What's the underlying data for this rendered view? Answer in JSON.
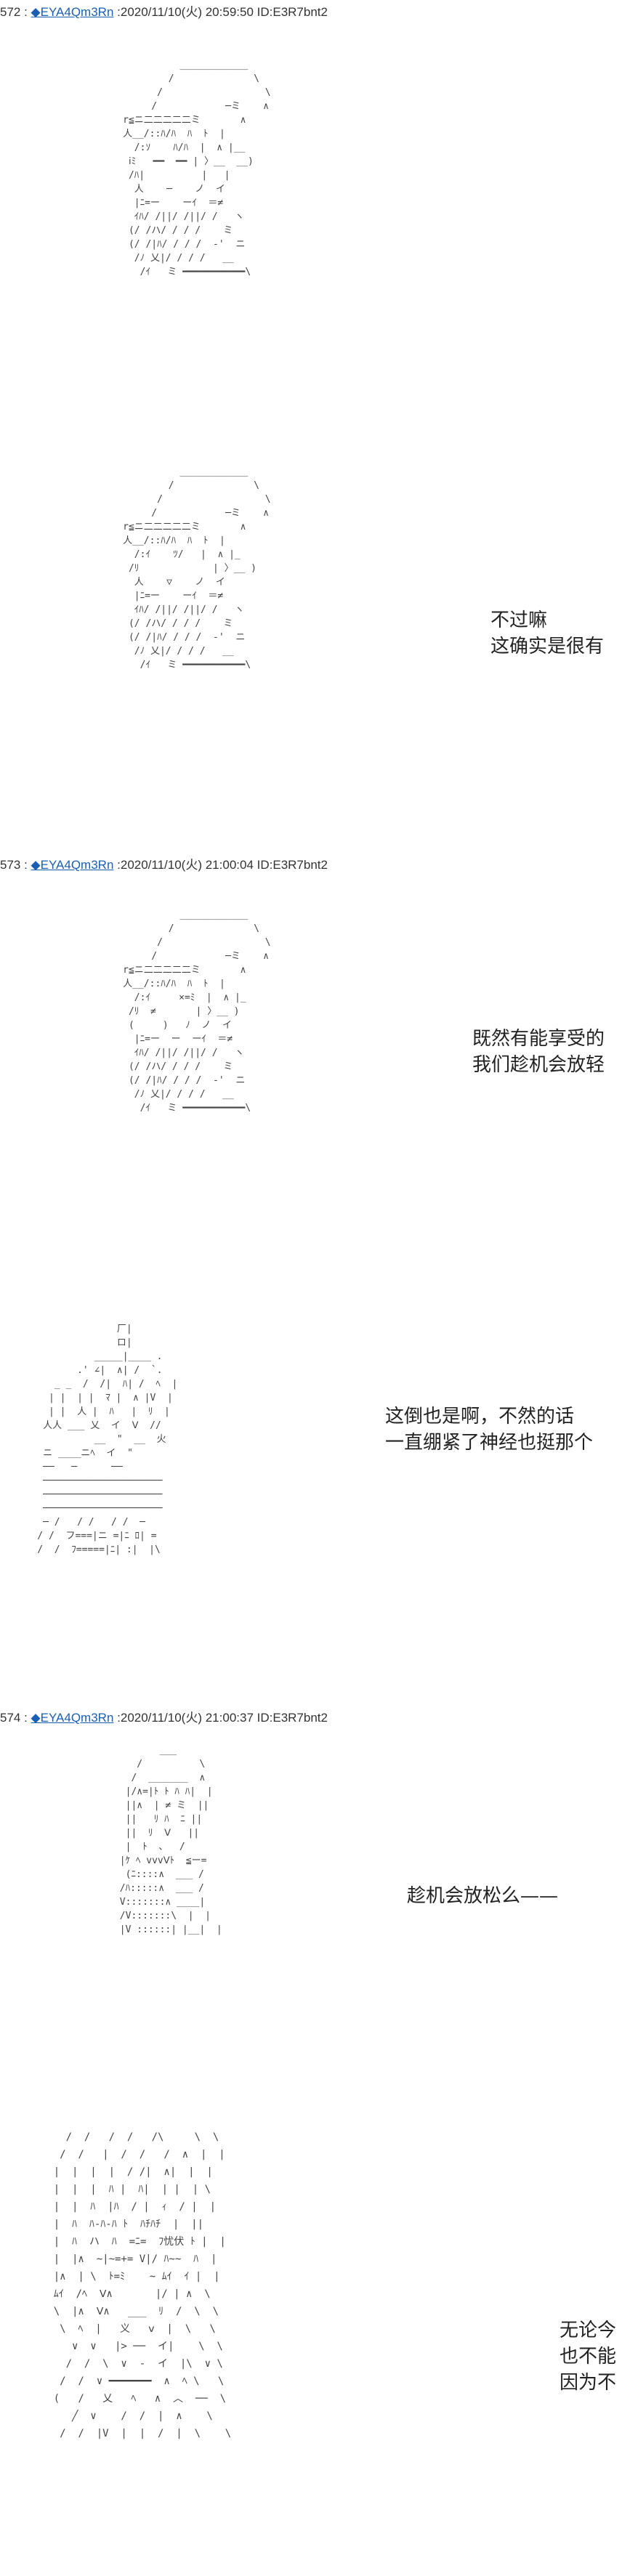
{
  "posts": [
    {
      "number": "572 :",
      "poster": "◆EYA4Qm3Rn",
      "meta": ":2020/11/10(火) 20:59:50 ID:E3R7bnt2"
    },
    {
      "number": "573 :",
      "poster": "◆EYA4Qm3Rn",
      "meta": ":2020/11/10(火) 21:00:04 ID:E3R7bnt2"
    },
    {
      "number": "574 :",
      "poster": "◆EYA4Qm3Rn",
      "meta": ":2020/11/10(火) 21:00:37 ID:E3R7bnt2"
    }
  ],
  "art": {
    "frame1": "               ____________\n             /              \\\n           /                  \\\n          /            ─ミ    ∧\n     r≦ニ二二二二二ミ       ∧\n     人__/::ﾊ/ﾊ  ﾊ  ﾄ  |\n       /:ｿ    ﾊ/ﾊ  |  ∧ |__\n      ⅰﾐ   ━━  ━━ | 〉__  __)\n      /ﾊ|          |   |\n       人    ─    ノ  イ\n       |ﾆ=ー    ーｲ  ＝≠\n       ｲﾊ/ /||/ /||/ /   ヽ\n      (/ /ハ/ / / /    ミ\n      (/ /|ﾊ/ / / /  -'  ニ\n       /ﾉ 乂|/ / / /   __\n        /ｲ   ミ ━━━━━━━━━━━\\",
    "frame2": "               ____________\n             /              \\\n           /                  \\\n          /            ─ミ    ∧\n     r≦ニ二二二二二ミ       ∧\n     人__/::ﾊ/ﾊ  ﾊ  ﾄ  |\n       /:ｲ    ﾂ/   |  ∧ |_\n      /ﾘ             | 〉__ )\n       人    ▽    ノ  イ\n       |ﾆ=ー    ーｲ  ＝≠\n       ｲﾊ/ /||/ /||/ /   ヽ\n      (/ /ハ/ / / /    ミ\n      (/ /|ﾊ/ / / /  -'  ニ\n       /ﾉ 乂|/ / / /   __\n        /ｲ   ミ ━━━━━━━━━━━\\",
    "frame3": "               ____________\n             /              \\\n           /                  \\\n          /            ─ミ    ∧\n     r≦ニ二二二二二ミ       ∧\n     人__/::ﾊ/ﾊ  ﾊ  ﾄ  |\n       /:ｲ     ×=ﾐ  |  ∧ |_\n      /ﾘ  ≠       | 〉__ )\n      (     )   ﾉ  ノ  イ\n       |ﾆ=ー  ー  ーｲ  ＝≠\n       ｲﾊ/ /||/ /||/ /   ヽ\n      (/ /ハ/ / / /    ミ\n      (/ /|ﾊ/ / / /  -'  ニ\n       /ﾉ 乂|/ / / /   __\n        /ｲ   ミ ━━━━━━━━━━━\\",
    "frame4": "                  厂|\n                  ロ|\n              _____|____ .\n           .' ∠|  ∧| /  `.\n       _ _  /  /|  ﾊ| /  ﾍ  |\n      | |  | |  ﾏ |  ∧ |V  |\n      | |  人 |  ﾊ   |  ﾘ  |\n     人人 ___ 乂  イ  Ⅴ  //\n              __  \"  __  火\n     ニ ____ニﾍ  イ  \"\n     ──   ─      ──\n     ─────────────────────\n     ─────────────────────\n     ─────────────────────\n     ─ /   / /   / /  ─\n    / /  フ===|ニ =|ﾆ ﾛ| =\n    /  /  ﾌ=====|ﾆ| :|  |\\",
    "frame5": "              ___\n          /          \\\n         /  _______  ∧\n        |/∧=|ﾄ ﾄ ﾊ ﾊ|  |\n        ||∧  | ≠ ミ  ||\n        ||   ﾘ ﾊ  ﾆ ||\n        ||  ﾘ  Ⅴ   ||\n        |  ﾄ  、  /\n       |ｹ ﾍ vvvⅤﾄ  ≦ー=\n        (ﾆ::::∧  ___ /\n       /ﾊ:::::∧  ___ /\n       V:::::::∧ ____|\n       /V:::::::\\  |  |\n       |V ::::::| |__|  |",
    "frame6": "      /  /   /  /   /\\     \\  \\\n     /  /   |  /  /   /  ∧  |  |\n    |  |  |  |  / /|  ∧|  |  |\n    |  |  |  ﾊ |  ﾊ|  | |  | \\\n    |  |  ﾊ  |ﾊ  / |  ｨ  / |  |\n    |  ﾊ  ﾊ-ﾊ-ﾊ ﾄ  ﾊﾁﾊﾁ  |  ||\n    |  ﾊ  ハ  ﾊ  =ﾆ=  ﾌ忧伏 ﾄ |  |\n    |  |∧  ~|~=+= V|/ ﾊ~~  ﾊ  |\n    |∧  | \\  ﾄ=ﾐ    ~ ﾑｲ  ｲ |  |\n    ﾑｲ  /ﾍ  Ⅴ∧       |/ | ∧  \\\n    \\  |∧  Ⅴ∧   ___  ﾘ  /  \\  \\\n     \\  ﾍ  |   义   ⅴ  |  \\   \\\n       ∨  ∨   |> ──  イ|    \\  \\\n      /  /  \\  ∨  -  イ  |\\  ∨ \\\n     /  /  ∨ ━━━━━━━  ∧  ﾍ \\   \\\n    (   /   乂   ﾍ   ∧  ︿  ──  \\\n       ╱  ∨    /  /  |  ∧    \\\n     /  /  |V  |  |  /  |  \\    \\"
  },
  "dialogues": {
    "d1": [
      "不过嘛",
      "这确实是很有"
    ],
    "d2": [
      "既然有能享受的",
      "我们趁机会放轻"
    ],
    "d3": [
      "这倒也是啊，不然的话",
      "一直绷紧了神经也挺那个"
    ],
    "d4": [
      "趁机会放松么——"
    ],
    "d5": [
      "无论今",
      "也不能",
      "因为不"
    ]
  }
}
